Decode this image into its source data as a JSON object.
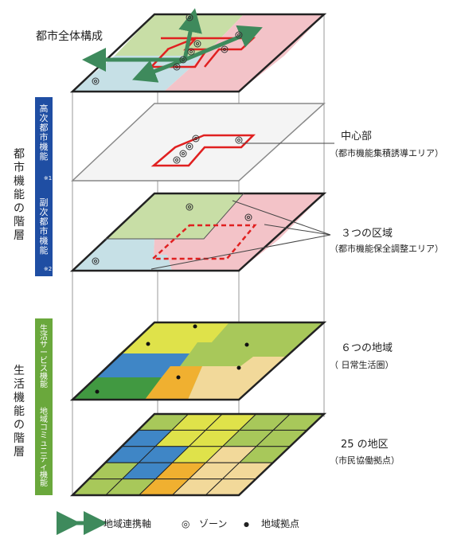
{
  "title": "都市全体構成",
  "side": {
    "urban_hierarchy": "都市機能の階層",
    "life_hierarchy": "生活機能の階層",
    "high_func": "高次都市機能",
    "high_note": "※1",
    "sub_func": "副次都市機能",
    "sub_note": "※2",
    "life_service": "生活サービス機能",
    "community": "地域コミュニティ機能"
  },
  "annotations": {
    "center": "中心部",
    "center_sub": "（都市機能集積誘導エリア）",
    "three": "３つの区域",
    "three_sub": "（都市機能保全調整エリア）",
    "six": "６つの地域",
    "six_sub": "（ 日常生活圏）",
    "twentyfive": "25 の地区",
    "twentyfive_sub": "（市民協働拠点）"
  },
  "legend": {
    "axis": "地域連携軸",
    "zone_symbol": "◎",
    "zone": "ゾーン",
    "base_symbol": "●",
    "base": "地域拠点"
  },
  "colors": {
    "green_light": "#c8dea6",
    "pink": "#f3c3c8",
    "blue_light": "#c6e0e6",
    "red": "#e02020",
    "arrow": "#3e8a5c",
    "navy": "#1f4ea3",
    "side_green": "#6aa83c",
    "yellow": "#dfe24a",
    "blue": "#3f86c6",
    "olive": "#a8c85a",
    "orange": "#f0b030",
    "beige": "#f2d99a"
  }
}
